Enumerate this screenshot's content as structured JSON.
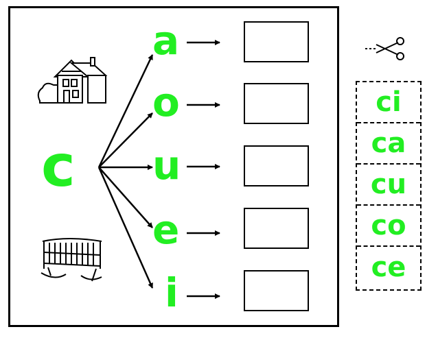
{
  "colors": {
    "green": "#22ee22",
    "ink": "#000000"
  },
  "main_letter": "c",
  "vowels": [
    "a",
    "o",
    "u",
    "e",
    "i"
  ],
  "cut_syllables": [
    "ci",
    "ca",
    "cu",
    "co",
    "ce"
  ],
  "icons": {
    "top_picture": "house-icon",
    "bottom_picture": "crib-icon",
    "cut_hint": "scissors-icon"
  }
}
